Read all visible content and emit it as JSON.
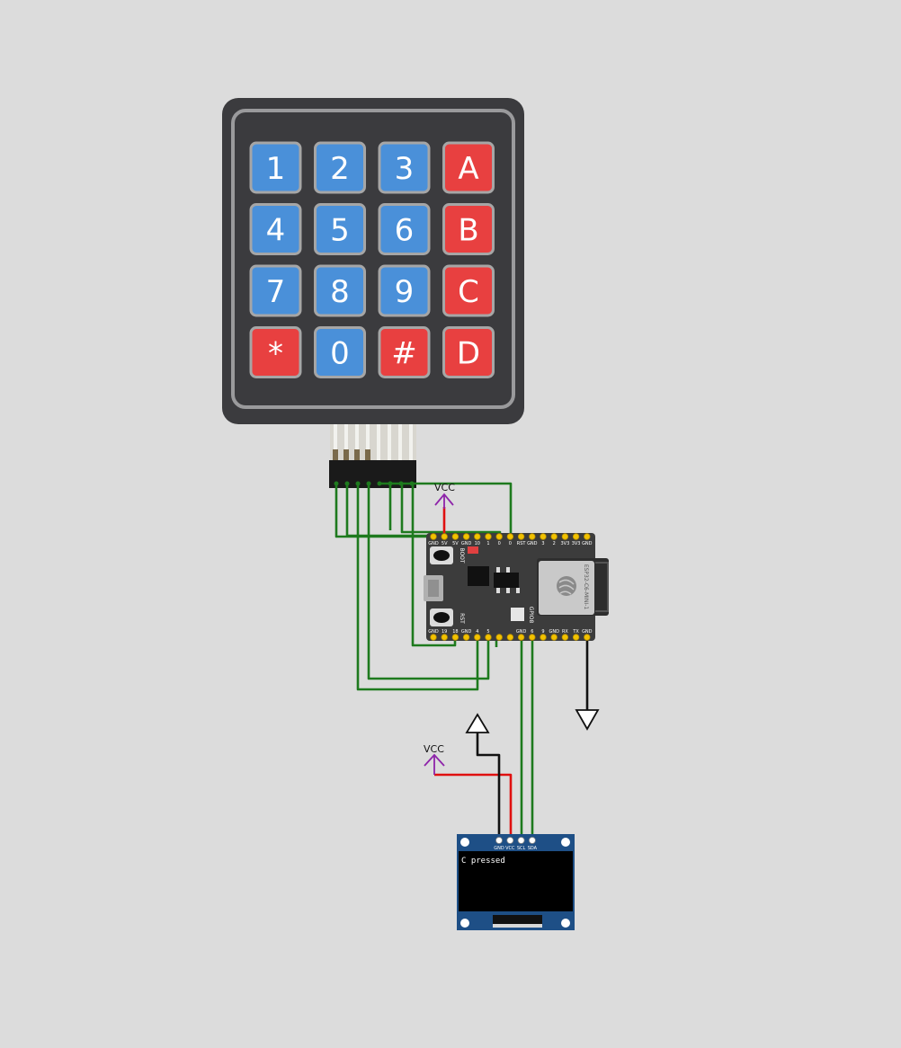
{
  "keypad": {
    "keys": [
      {
        "label": "1",
        "color": "blue"
      },
      {
        "label": "2",
        "color": "blue"
      },
      {
        "label": "3",
        "color": "blue"
      },
      {
        "label": "A",
        "color": "red"
      },
      {
        "label": "4",
        "color": "blue"
      },
      {
        "label": "5",
        "color": "blue"
      },
      {
        "label": "6",
        "color": "blue"
      },
      {
        "label": "B",
        "color": "red"
      },
      {
        "label": "7",
        "color": "blue"
      },
      {
        "label": "8",
        "color": "blue"
      },
      {
        "label": "9",
        "color": "blue"
      },
      {
        "label": "C",
        "color": "red"
      },
      {
        "label": "*",
        "color": "red"
      },
      {
        "label": "0",
        "color": "blue"
      },
      {
        "label": "#",
        "color": "red"
      },
      {
        "label": "D",
        "color": "red"
      }
    ]
  },
  "esp32": {
    "module_label": "ESP32-C6-MINI-1",
    "boot_label": "BOOT",
    "rst_label": "RST",
    "gpio_label": "GPIO8",
    "top_pins": [
      "GND",
      "5V",
      "5V",
      "GND",
      "10",
      "1",
      "0",
      "0",
      "RST",
      "GND",
      "3",
      "2",
      "3V3",
      "3V3",
      "GND"
    ],
    "bottom_pins": [
      "GND",
      "19",
      "18",
      "GND",
      "4",
      "5",
      "",
      "",
      "GND",
      "6",
      "9",
      "GND",
      "RX",
      "TX",
      "GND"
    ]
  },
  "power": {
    "vcc_top": "VCC",
    "vcc_bottom": "VCC"
  },
  "oled": {
    "pins": [
      "GND",
      "VCC",
      "SCL",
      "SDA"
    ],
    "screen_text": "C pressed"
  },
  "colors": {
    "background": "#dcdcdc",
    "keypad_body": "#3b3b3e",
    "key_blue": "#4a90d9",
    "key_red": "#e84040",
    "wire_green": "#1e7a1e",
    "wire_red": "#e01010",
    "wire_black": "#111111",
    "vcc_purple": "#8e24aa",
    "board": "#3c3c3c",
    "oled_pcb": "#1e4f86"
  }
}
